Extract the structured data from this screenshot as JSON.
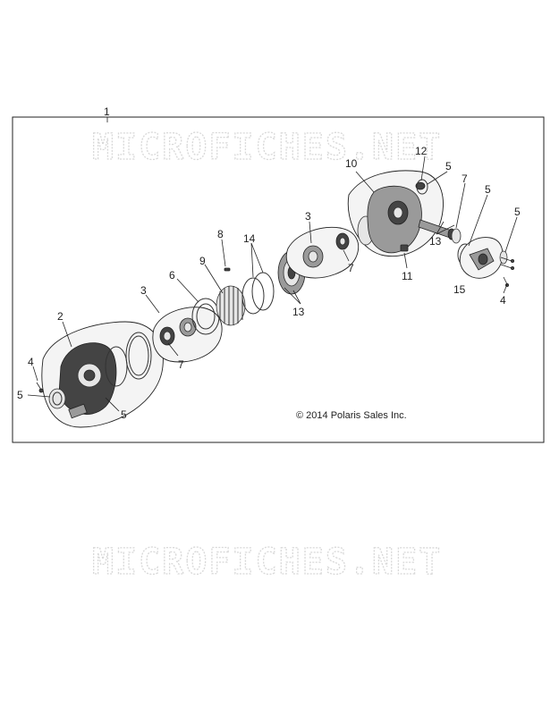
{
  "watermark": {
    "text": "MICROFICHES.NET"
  },
  "copyright": "© 2014 Polaris Sales Inc.",
  "callouts": {
    "c1": "1",
    "c2": "2",
    "c3a": "3",
    "c3b": "3",
    "c4a": "4",
    "c4b": "4",
    "c5a": "5",
    "c5b": "5",
    "c5c": "5",
    "c5d": "5",
    "c5e": "5",
    "c6": "6",
    "c7a": "7",
    "c7b": "7",
    "c7c": "7",
    "c8": "8",
    "c9": "9",
    "c10": "10",
    "c11": "11",
    "c12": "12",
    "c13a": "13",
    "c13b": "13",
    "c14": "14",
    "c15": "15"
  }
}
